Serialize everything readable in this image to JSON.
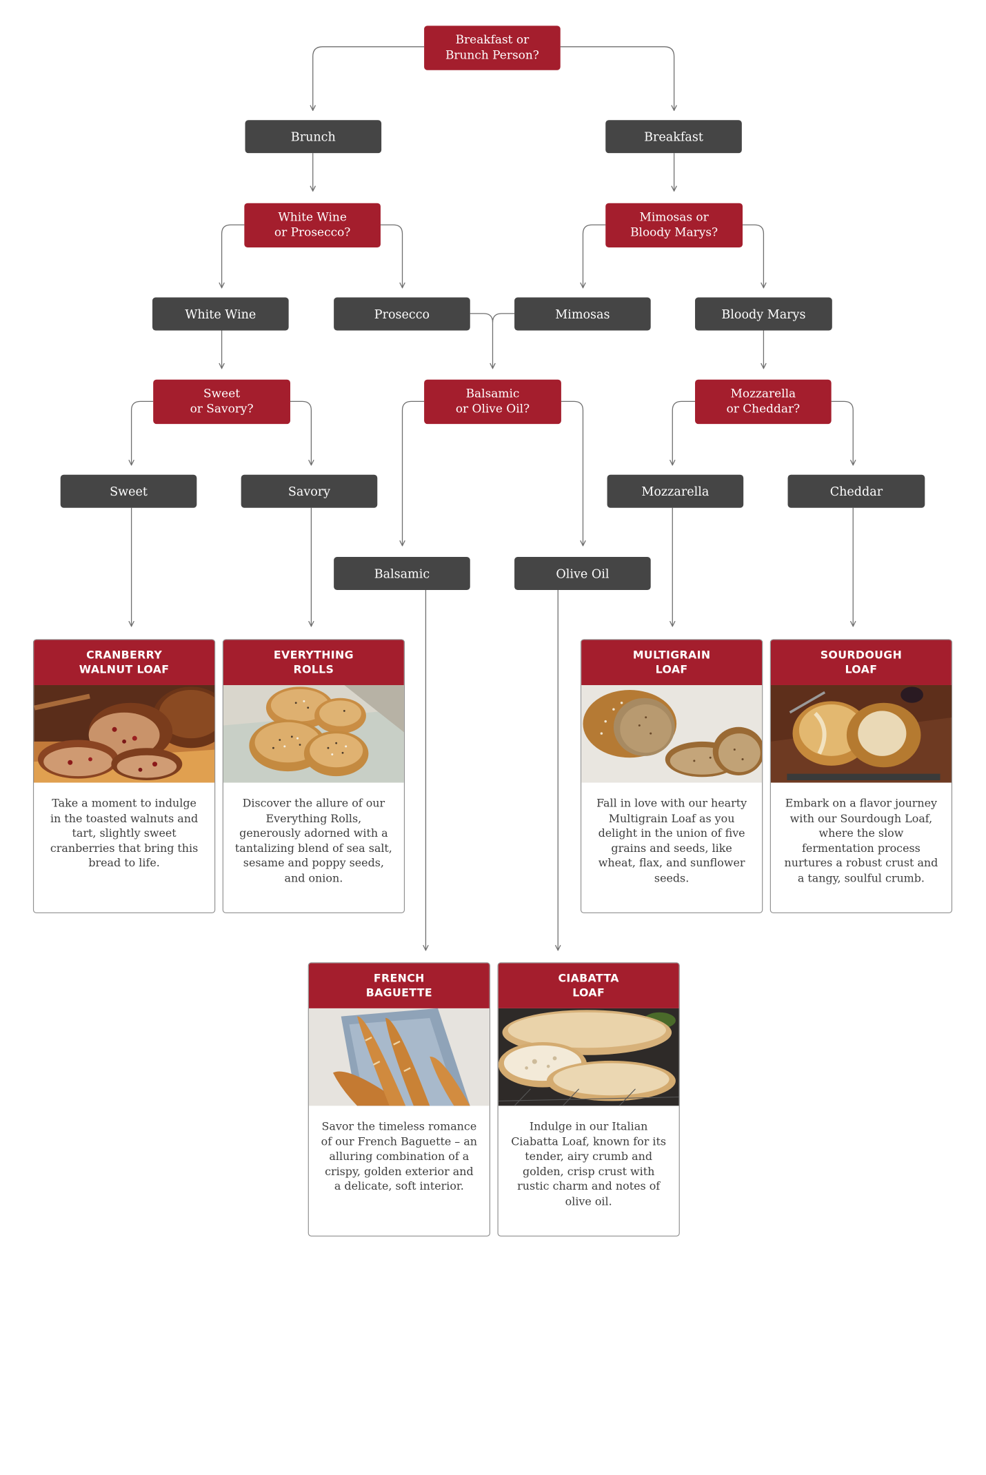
{
  "colors": {
    "question": "#a41e2d",
    "answer": "#454545",
    "card_header": "#a41e2d",
    "connector": "#6e6e6e"
  },
  "questions": {
    "root": "Breakfast or\nBrunch Person?",
    "white_wine_or_prosecco": "White Wine\nor Prosecco?",
    "mimosas_or_bloody_marys": "Mimosas or\nBloody Marys?",
    "sweet_or_savory": "Sweet\nor Savory?",
    "balsamic_or_olive_oil": "Balsamic\nor Olive Oil?",
    "mozzarella_or_cheddar": "Mozzarella\nor Cheddar?"
  },
  "answers": {
    "brunch": "Brunch",
    "breakfast": "Breakfast",
    "white_wine": "White Wine",
    "prosecco": "Prosecco",
    "mimosas": "Mimosas",
    "bloody_marys": "Bloody Marys",
    "sweet": "Sweet",
    "savory": "Savory",
    "balsamic": "Balsamic",
    "olive_oil": "Olive Oil",
    "mozzarella": "Mozzarella",
    "cheddar": "Cheddar"
  },
  "breads": {
    "cranberry": {
      "title": "CRANBERRY\nWALNUT LOAF",
      "description": "Take a moment to indulge in the toasted walnuts and tart, slightly sweet cranberries that bring this bread to life.",
      "photo_icon": "cranberry-walnut-loaf-photo"
    },
    "everything": {
      "title": "EVERYTHING\nROLLS",
      "description": "Discover the allure of our Everything Rolls, generously adorned with a tantalizing blend of sea salt, sesame and poppy seeds, and onion.",
      "photo_icon": "everything-rolls-photo"
    },
    "multigrain": {
      "title": "MULTIGRAIN\nLOAF",
      "description": "Fall in love with our hearty Multigrain Loaf as you delight in the union of five grains and seeds, like wheat, flax, and sunflower seeds.",
      "photo_icon": "multigrain-loaf-photo"
    },
    "sourdough": {
      "title": "SOURDOUGH\nLOAF",
      "description": "Embark on a flavor journey with our Sourdough Loaf, where the slow fermentation process nurtures a robust crust and a tangy, soulful crumb.",
      "photo_icon": "sourdough-loaf-photo"
    },
    "baguette": {
      "title": "FRENCH\nBAGUETTE",
      "description": "Savor the timeless romance of our French Baguette – an alluring combination of a crispy, golden exterior and a delicate, soft interior.",
      "photo_icon": "french-baguette-photo"
    },
    "ciabatta": {
      "title": "CIABATTA\nLOAF",
      "description": "Indulge in our Italian Ciabatta Loaf, known for its tender, airy crumb and golden, crisp crust with rustic charm and notes of olive oil.",
      "photo_icon": "ciabatta-loaf-photo"
    }
  }
}
